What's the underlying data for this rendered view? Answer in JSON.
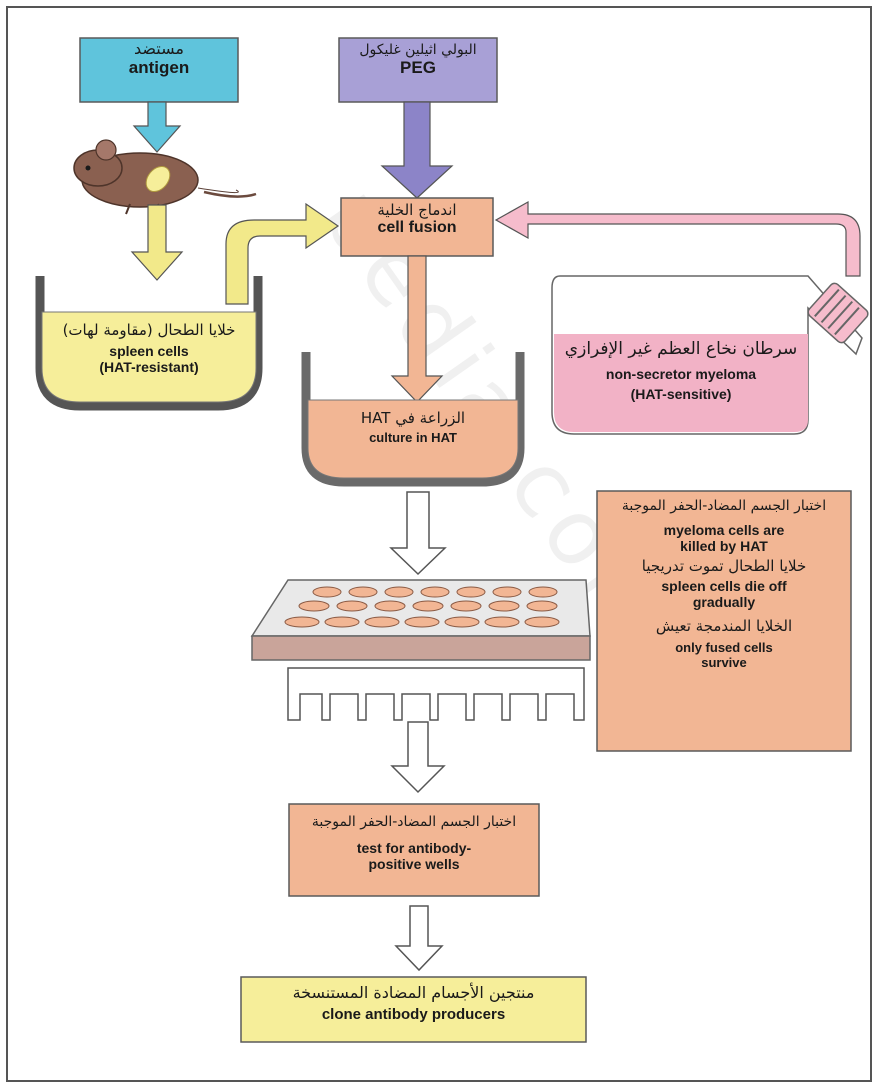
{
  "antigen": {
    "ar": "مستضد",
    "en": "antigen"
  },
  "peg": {
    "ar": "البولي اثيلين غليكول",
    "en": "PEG"
  },
  "fusion": {
    "ar": "اندماج الخلية",
    "en": "cell fusion"
  },
  "spleen": {
    "ar": "خلايا الطحال (مقاومة لهات)",
    "en1": "spleen cells",
    "en2": "(HAT-resistant)"
  },
  "myeloma": {
    "ar": "سرطان نخاع العظم غير الإفرازي",
    "en1": "non-secretor myeloma",
    "en2": "(HAT-sensitive)"
  },
  "culture": {
    "ar": "الزراعة في HAT",
    "en": "culture in HAT"
  },
  "sidebox": {
    "ar1": "اختبار الجسم المضاد-الحفر الموجبة",
    "en1a": "myeloma cells are",
    "en1b": "killed by HAT",
    "ar2": "خلايا الطحال تموت تدريجيا",
    "en2a": "spleen cells die off",
    "en2b": "gradually",
    "ar3": "الخلايا المندمجة تعيش",
    "en3a": "only fused cells",
    "en3b": "survive"
  },
  "test": {
    "ar": "اختبار الجسم المضاد-الحفر الموجبة",
    "en1": "test for antibody-",
    "en2": "positive wells"
  },
  "clone": {
    "ar": "منتجين الأجسام المضادة المستنسخة",
    "en": "clone antibody producers"
  },
  "watermark": "pedia.com",
  "colors": {
    "cyan": "#5fc4dc",
    "purple": "#a8a0d6",
    "purple_arrow": "#8c84c8",
    "salmon": "#f2b694",
    "yellow": "#f6ee9a",
    "yellow_arrow": "#f2e98a",
    "pink": "#f2b2c6",
    "pink_arrow": "#f6bccc",
    "brown": "#8a6050"
  }
}
